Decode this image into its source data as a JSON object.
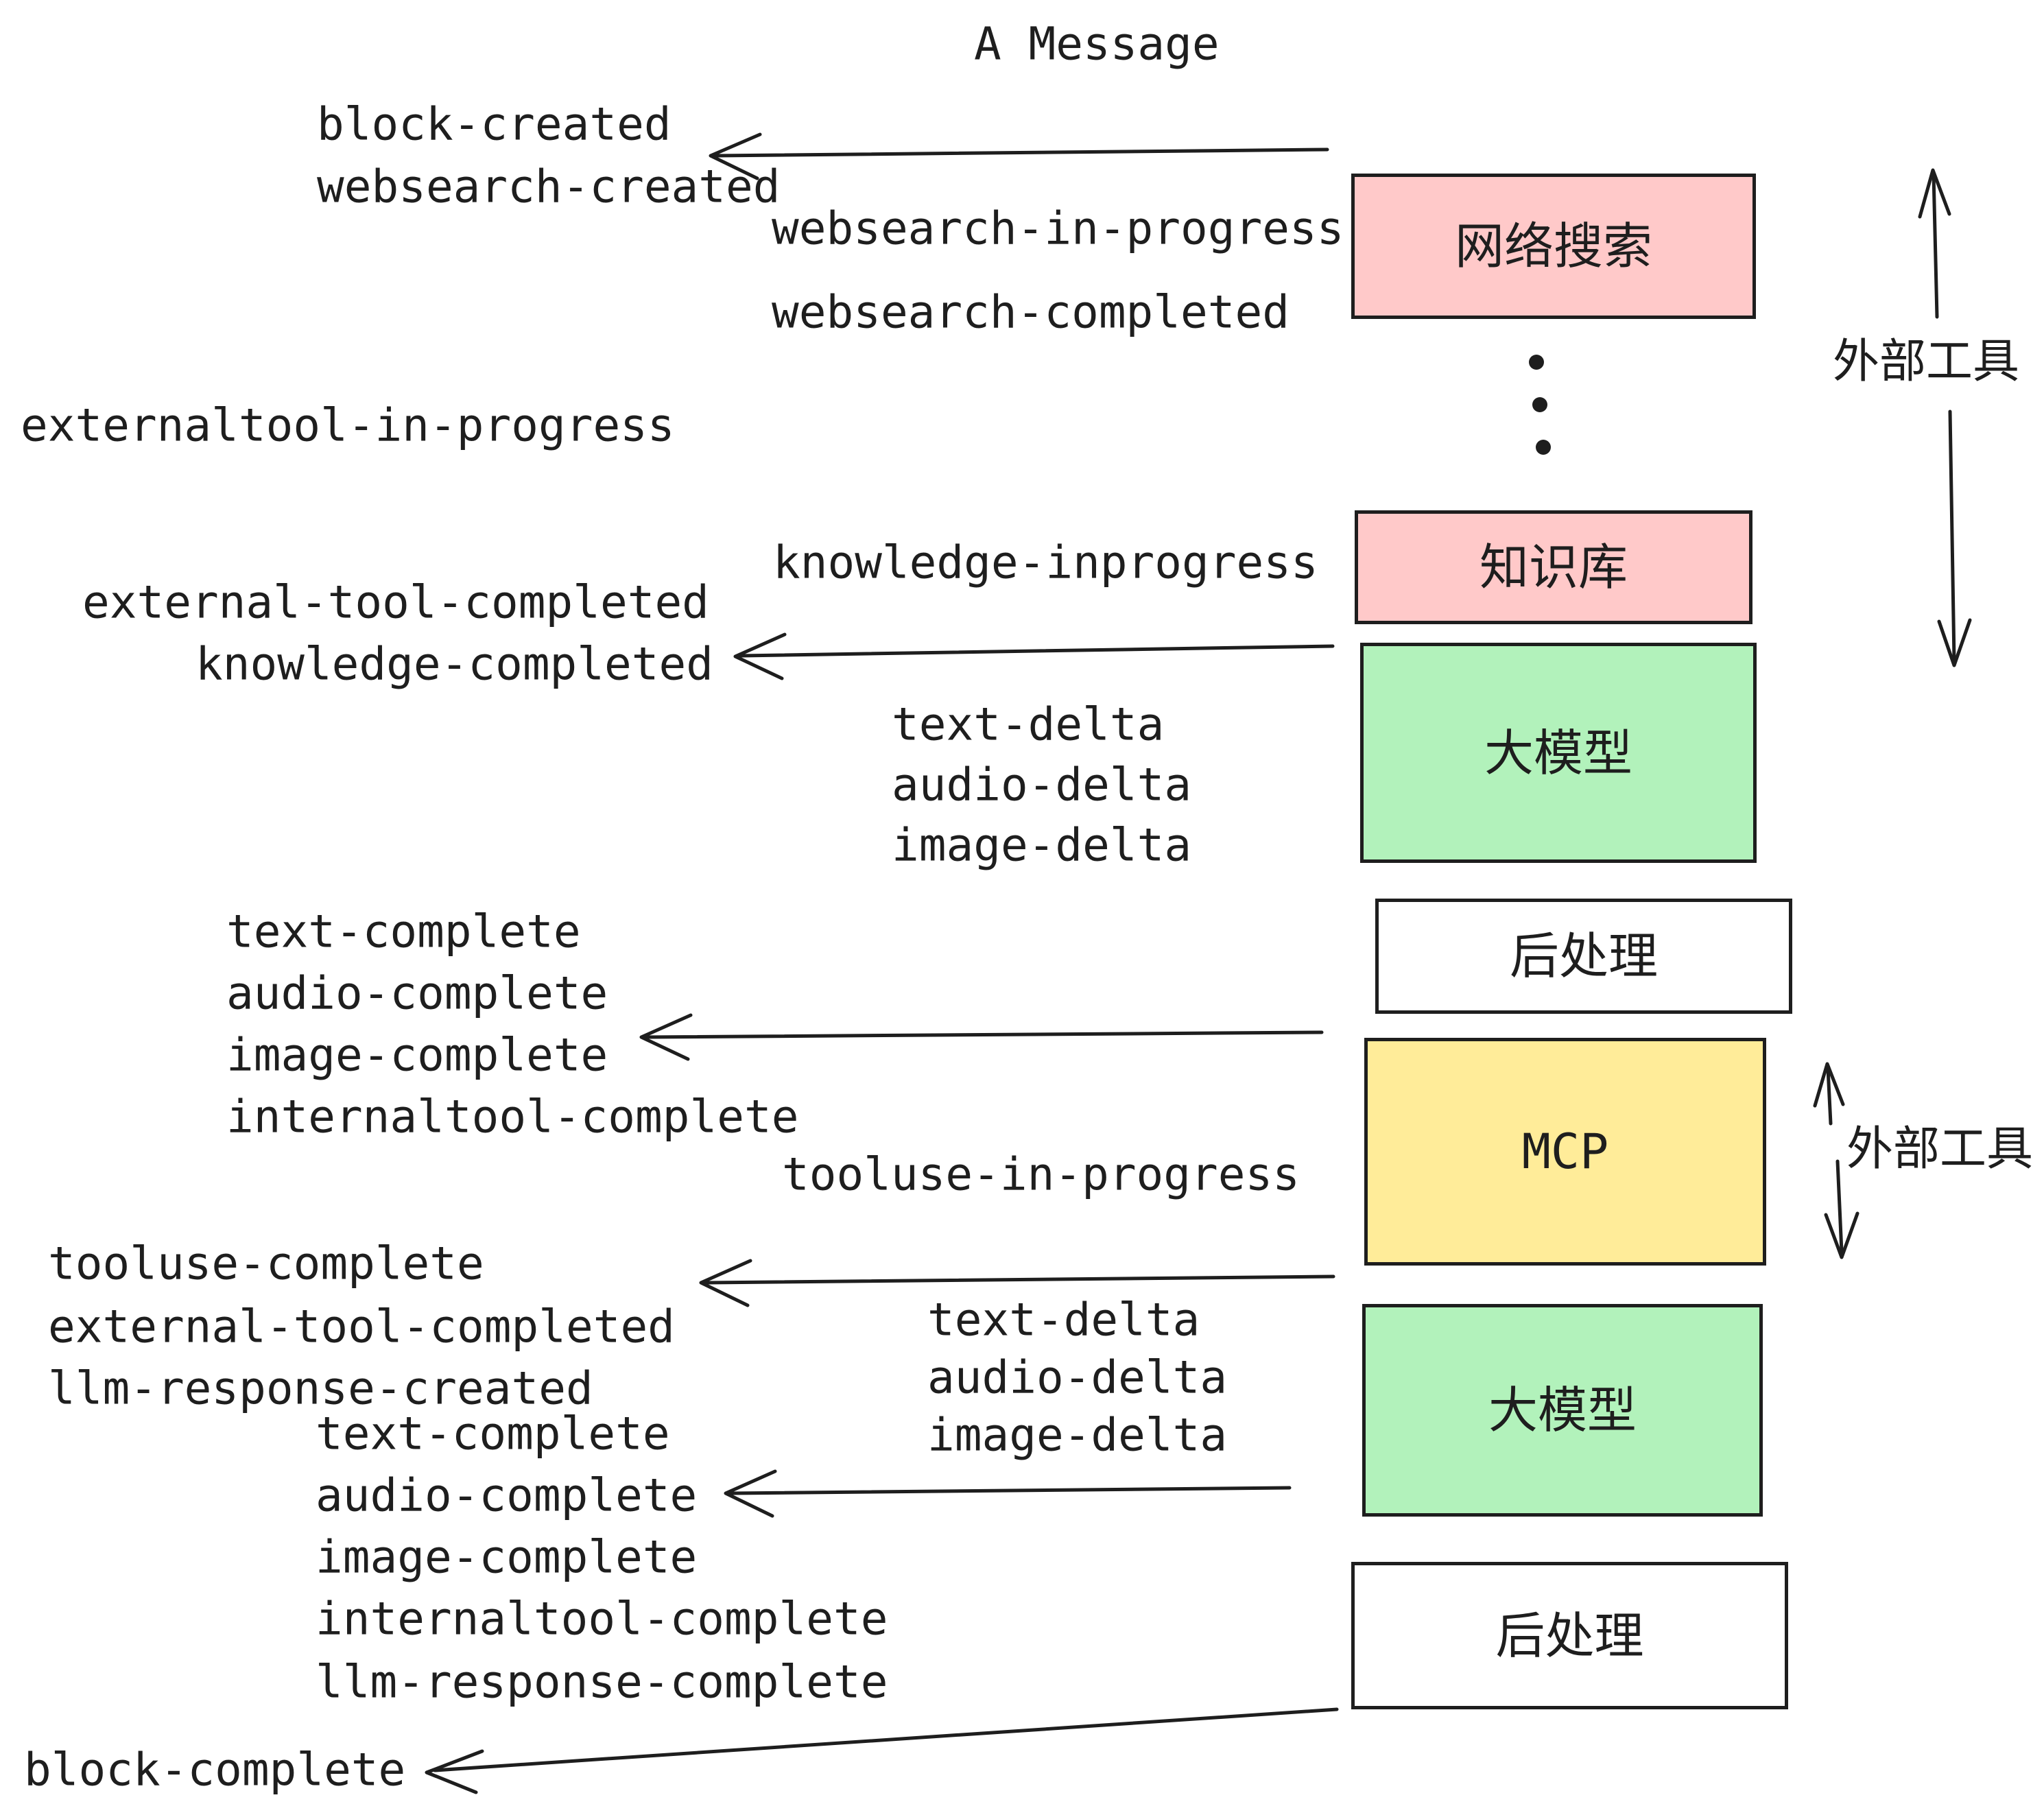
{
  "title": "A Message",
  "colors": {
    "pink": "#ffc9c9",
    "green": "#b2f2bb",
    "yellow": "#ffec99",
    "white": "#ffffff",
    "stroke": "#1e1e1e"
  },
  "boxes": {
    "websearch": {
      "label": "网络搜索"
    },
    "knowledge": {
      "label": "知识库"
    },
    "llm1": {
      "label": "大模型"
    },
    "post1": {
      "label": "后处理"
    },
    "mcp": {
      "label": "MCP"
    },
    "llm2": {
      "label": "大模型"
    },
    "post2": {
      "label": "后处理"
    }
  },
  "side_labels": {
    "external_tools_top": "外部工具",
    "external_tools_mid": "外部工具"
  },
  "events": {
    "block_created": "block-created",
    "websearch_created": "websearch-created",
    "websearch_in_progress": "websearch-in-progress",
    "websearch_completed": "websearch-completed",
    "externaltool_in_progress": "externaltool-in-progress",
    "knowledge_inprogress": "knowledge-inprogress",
    "external_tool_completed_1": "external-tool-completed",
    "knowledge_completed": "knowledge-completed",
    "text_delta_1": "text-delta",
    "audio_delta_1": "audio-delta",
    "image_delta_1": "image-delta",
    "text_complete_1": "text-complete",
    "audio_complete_1": "audio-complete",
    "image_complete_1": "image-complete",
    "internaltool_complete_1": "internaltool-complete",
    "tooluse_in_progress": "tooluse-in-progress",
    "tooluse_complete": "tooluse-complete",
    "external_tool_completed_2": "external-tool-completed",
    "llm_response_created": "llm-response-created",
    "text_complete_2": "text-complete",
    "audio_complete_2": "audio-complete",
    "image_complete_2": "image-complete",
    "internaltool_complete_2": "internaltool-complete",
    "llm_response_complete": "llm-response-complete",
    "text_delta_2": "text-delta",
    "audio_delta_2": "audio-delta",
    "image_delta_2": "image-delta",
    "block_complete": "block-complete"
  }
}
